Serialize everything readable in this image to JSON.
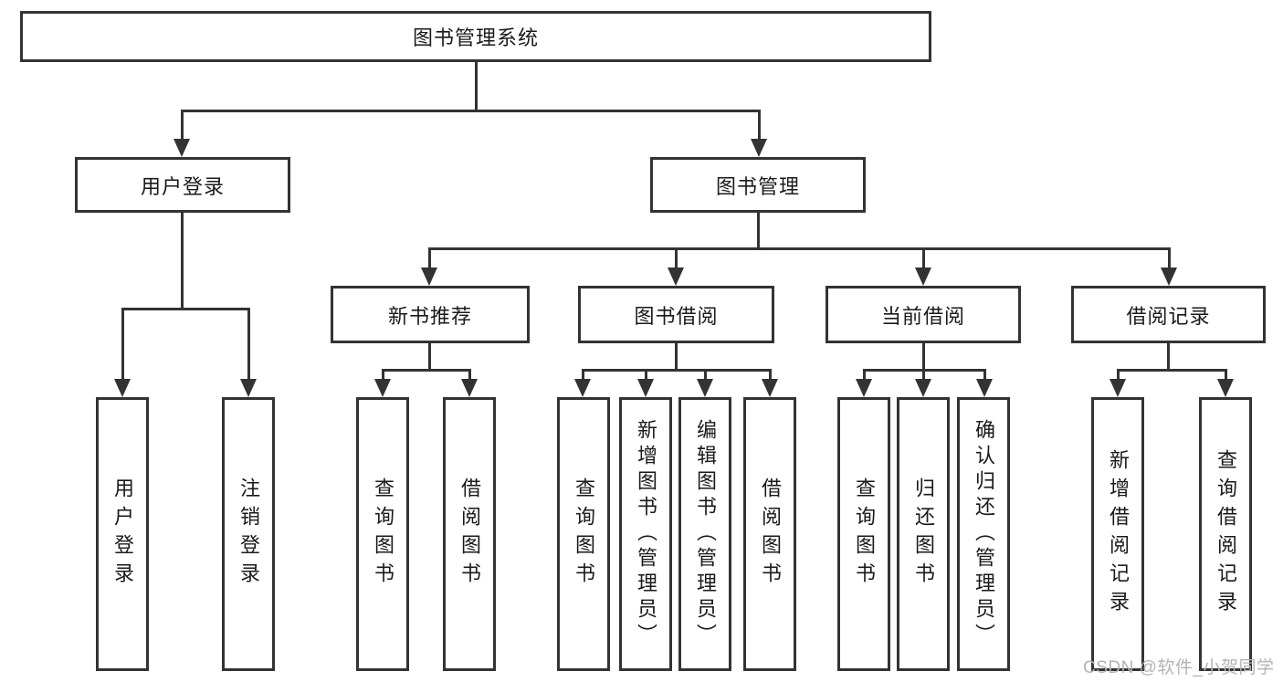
{
  "title": {
    "label": "图书管理系统"
  },
  "level2": {
    "user_login": {
      "label": "用户登录"
    },
    "book_management": {
      "label": "图书管理"
    }
  },
  "level3": {
    "new_book_recommend": {
      "label": "新书推荐"
    },
    "book_borrow": {
      "label": "图书借阅"
    },
    "current_borrow": {
      "label": "当前借阅"
    },
    "borrow_records": {
      "label": "借阅记录"
    }
  },
  "leaves": {
    "user_login": {
      "label": "用户登录"
    },
    "logout": {
      "label": "注销登录"
    },
    "recommend_query_books": {
      "label": "查询图书"
    },
    "recommend_borrow_books": {
      "label": "借阅图书"
    },
    "borrow_query_books": {
      "label": "查询图书"
    },
    "borrow_add_books_admin": {
      "label": "新增图书（管理员）"
    },
    "borrow_edit_books_admin": {
      "label": "编辑图书（管理员）"
    },
    "borrow_borrow_books": {
      "label": "借阅图书"
    },
    "current_query_books": {
      "label": "查询图书"
    },
    "current_return_books": {
      "label": "归还图书"
    },
    "current_confirm_return_admin": {
      "label": "确认归还（管理员）"
    },
    "records_add_record": {
      "label": "新增借阅记录"
    },
    "records_query_record": {
      "label": "查询借阅记录"
    }
  },
  "watermark": "CSDN @软件_小贺同学",
  "colors": {
    "line": "#333333",
    "text": "#1a1a1a",
    "watermark": "#b3b3b3"
  }
}
